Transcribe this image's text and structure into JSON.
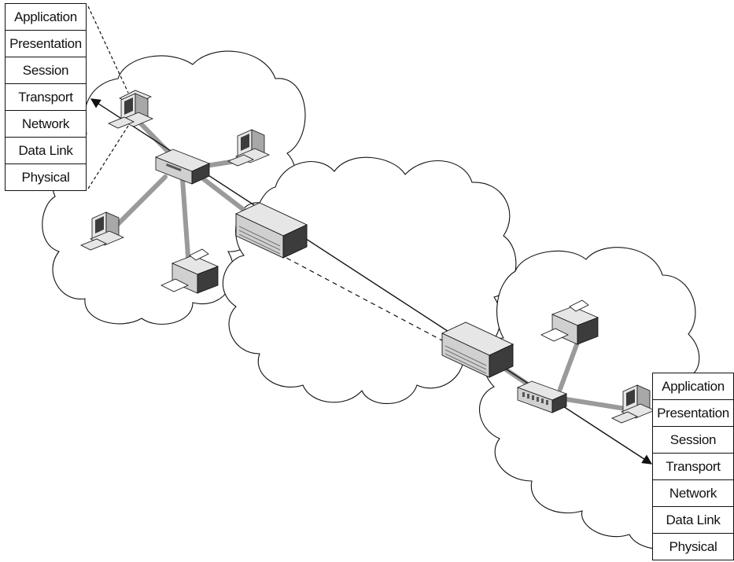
{
  "left_stack": {
    "layers": [
      "Application",
      "Presentation",
      "Session",
      "Transport",
      "Network",
      "Data Link",
      "Physical"
    ]
  },
  "right_stack": {
    "layers": [
      "Application",
      "Presentation",
      "Session",
      "Transport",
      "Network",
      "Data Link",
      "Physical"
    ]
  },
  "colors": {
    "line": "#111111",
    "link": "#9a9a9a",
    "device_light": "#e6e6e6",
    "device_mid": "#a8a8a8",
    "device_dark": "#3c3c3c"
  }
}
